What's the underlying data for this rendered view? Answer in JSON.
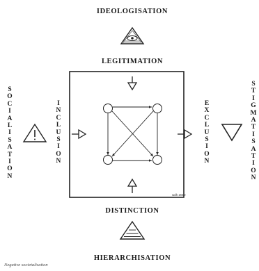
{
  "labels": {
    "top": "IDEOLOGISATION",
    "legitimation": "LEGITIMATION",
    "distinction": "DISTINCTION",
    "bottom": "HIERARCHISATION",
    "left_outer": "SOCIALISATION",
    "left_inner": "INCLUSION",
    "right_inner": "EXCLUSION",
    "right_outer": "STIGMATISATION"
  },
  "signature": "wdh 2010",
  "caption": "Negative societalisation",
  "icons": {
    "top": "eye-triangle-icon",
    "left": "exclamation-triangle-icon",
    "right": "down-triangle-icon",
    "bottom": "striped-triangle-icon"
  }
}
